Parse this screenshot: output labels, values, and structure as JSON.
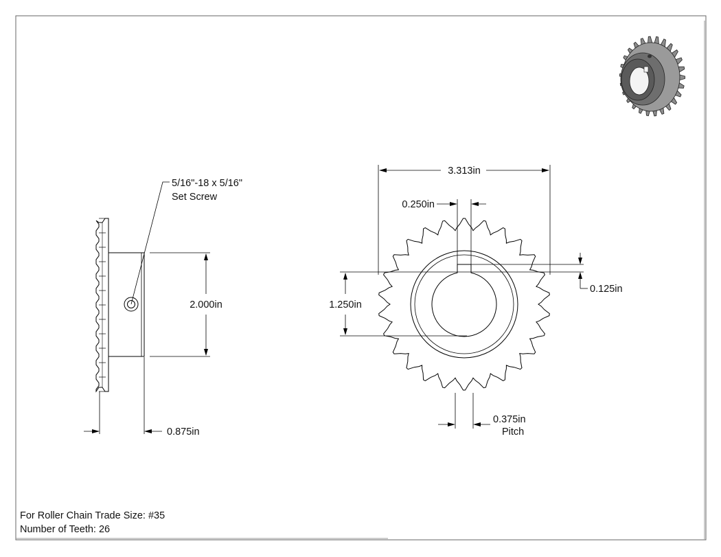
{
  "dimensions": {
    "outer_diameter": "3.313in",
    "keyway_width": "0.250in",
    "keyway_depth": "0.125in",
    "bore_diameter": "1.250in",
    "pitch": "0.375in",
    "pitch_label": "Pitch",
    "hub_diameter": "2.000in",
    "overall_length": "0.875in"
  },
  "set_screw_note": {
    "line1": "5/16\"-18 x 5/16\"",
    "line2": "Set Screw"
  },
  "notes": {
    "trade_size": "For Roller Chain Trade Size: #35",
    "teeth": "Number of Teeth: 26"
  },
  "specs": {
    "number_of_teeth": 26
  },
  "icons": {
    "iso_view": "sprocket-isometric-icon"
  }
}
